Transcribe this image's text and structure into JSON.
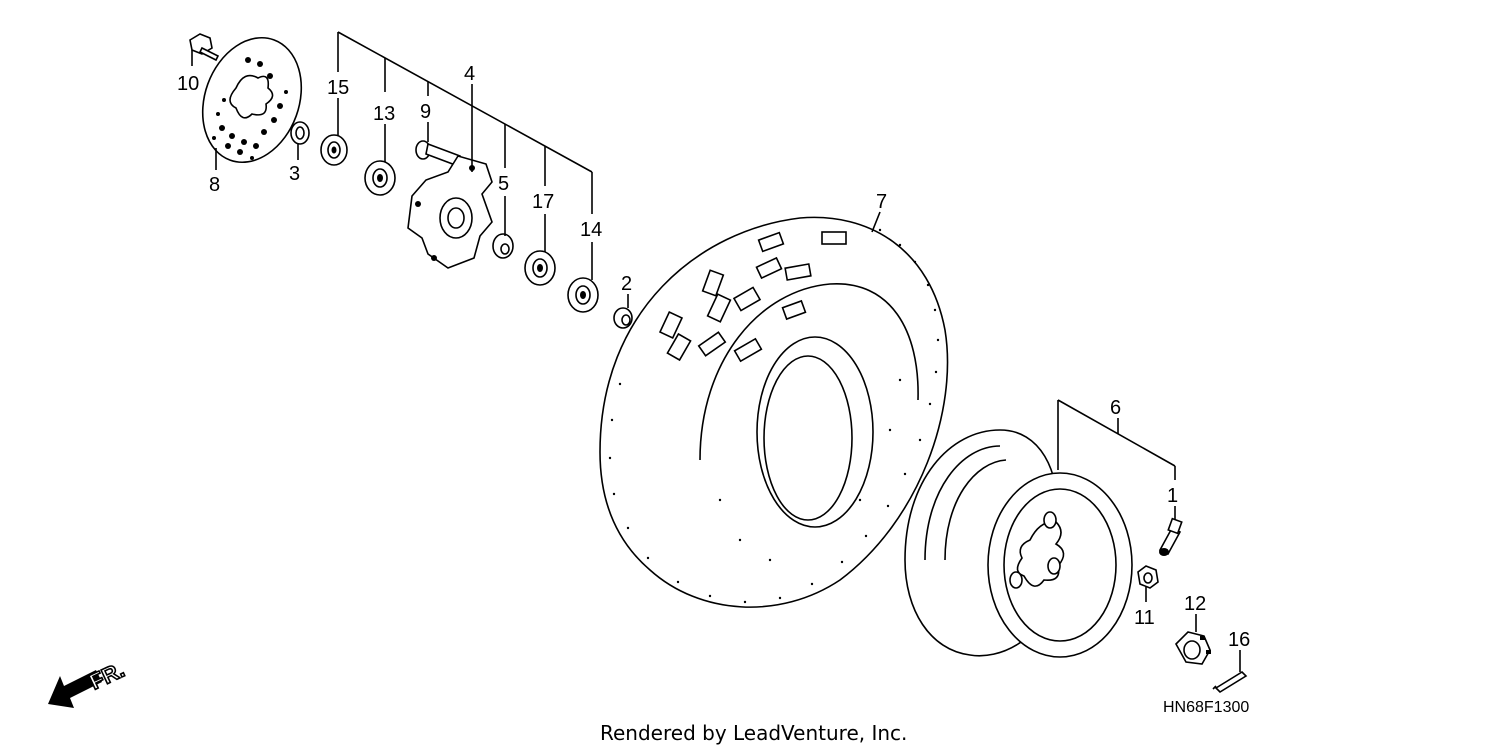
{
  "callouts": {
    "p1": "1",
    "p2": "2",
    "p3": "3",
    "p4": "4",
    "p5": "5",
    "p6": "6",
    "p7": "7",
    "p8": "8",
    "p9": "9",
    "p10": "10",
    "p11": "11",
    "p12": "12",
    "p13": "13",
    "p14": "14",
    "p15": "15",
    "p16": "16",
    "p17": "17"
  },
  "diagram_code": "HN68F1300",
  "direction_label": "FR.",
  "credit": "Rendered by LeadVenture, Inc.",
  "icons": {
    "front_arrow": "front-direction-arrow-icon"
  },
  "colors": {
    "line": "#000000",
    "background": "#ffffff"
  }
}
